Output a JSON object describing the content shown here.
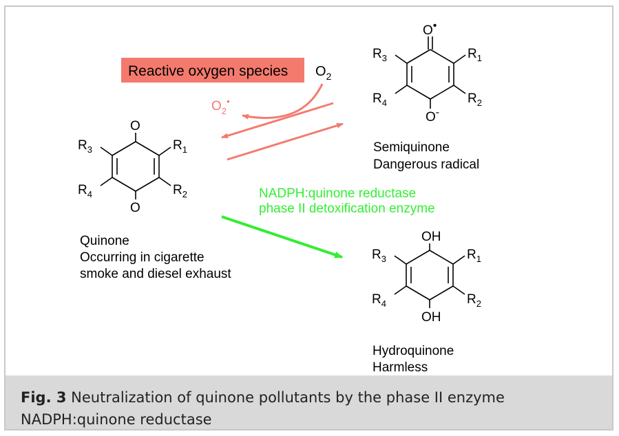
{
  "labels": {
    "ros": "Reactive oxygen species",
    "o2": "O",
    "o2_sub": "2",
    "o2_radical": "O",
    "o2_radical_sub": "2",
    "o2_radical_sup": "•",
    "enzyme_line1": "NADPH:quinone reductase",
    "enzyme_line2": "phase II detoxification enzyme"
  },
  "quinone": {
    "top": "O",
    "bottom": "O",
    "r1": "R",
    "r1_sub": "1",
    "r2": "R",
    "r2_sub": "2",
    "r3": "R",
    "r3_sub": "3",
    "r4": "R",
    "r4_sub": "4",
    "name": "Quinone",
    "desc1": "Occurring in cigarette",
    "desc2": "smoke and diesel exhaust"
  },
  "semiquinone": {
    "top": "O",
    "top_sup": "•",
    "bottom": "O",
    "bottom_sup": "-",
    "r1": "R",
    "r1_sub": "1",
    "r2": "R",
    "r2_sub": "2",
    "r3": "R",
    "r3_sub": "3",
    "r4": "R",
    "r4_sub": "4",
    "name": "Semiquinone",
    "desc": "Dangerous radical"
  },
  "hydroquinone": {
    "top": "OH",
    "bottom": "OH",
    "r1": "R",
    "r1_sub": "1",
    "r2": "R",
    "r2_sub": "2",
    "r3": "R",
    "r3_sub": "3",
    "r4": "R",
    "r4_sub": "4",
    "name": "Hydroquinone",
    "desc": "Harmless"
  },
  "caption": {
    "label": "Fig. 3",
    "text": " Neutralization of quinone pollutants by the phase II enzyme NADPH:quinone reductase"
  },
  "colors": {
    "ros_box": "#f47a6e",
    "ros_arrow": "#f47a6e",
    "enzyme": "#33ee33",
    "structure": "#000000",
    "caption_bg": "#d9d9d9"
  }
}
